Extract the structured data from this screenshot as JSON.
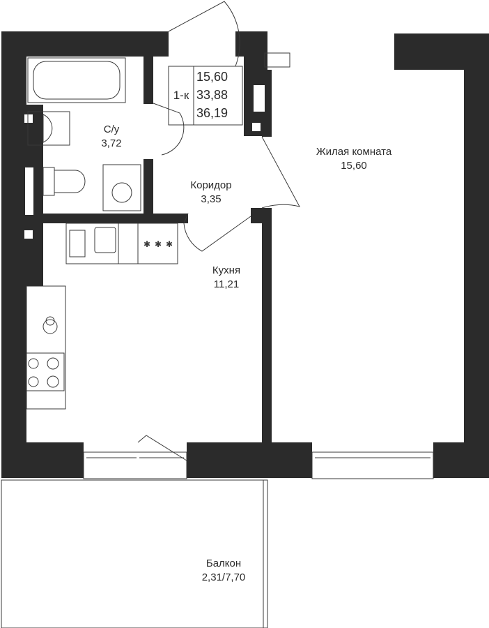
{
  "apartment": {
    "type_label": "1-к",
    "living_area": "15,60",
    "total_area": "33,88",
    "total_with_balcony": "36,19"
  },
  "rooms": [
    {
      "key": "bathroom",
      "name": "С/у",
      "area": "3,72"
    },
    {
      "key": "corridor",
      "name": "Коридор",
      "area": "3,35"
    },
    {
      "key": "living",
      "name": "Жилая комната",
      "area": "15,60"
    },
    {
      "key": "kitchen",
      "name": "Кухня",
      "area": "11,21"
    },
    {
      "key": "balcony",
      "name": "Балкон",
      "area": "2,31/7,70"
    }
  ],
  "colors": {
    "wall": "#2b2b2b",
    "line": "#3a3a3a",
    "background": "#ffffff"
  }
}
